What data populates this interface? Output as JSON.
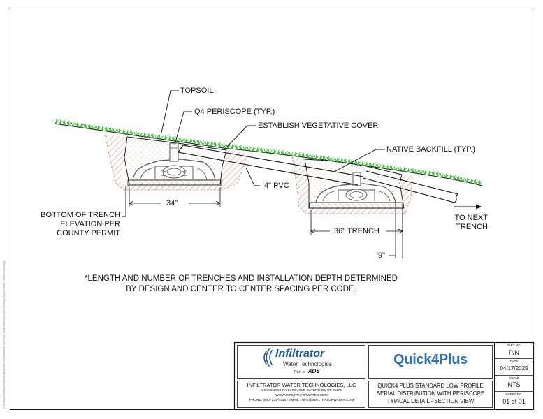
{
  "labels": {
    "topsoil": "TOPSOIL",
    "periscope": "Q4 PERISCOPE (TYP.)",
    "vegetative": "ESTABLISH VEGETATIVE COVER",
    "backfill": "NATIVE BACKFILL (TYP.)",
    "pvc": "4\" PVC",
    "dim_34": "34\"",
    "dim_36": "36\" TRENCH",
    "dim_9": "9\"",
    "bottom_1": "BOTTOM OF TRENCH",
    "bottom_2": "ELEVATION PER",
    "bottom_3": "COUNTY PERMIT",
    "next_1": "TO NEXT",
    "next_2": "TRENCH"
  },
  "note": {
    "line1": "*LENGTH AND NUMBER OF TRENCHES AND INSTALLATION DEPTH  DETERMINED",
    "line2": "BY DESIGN AND CENTER TO CENTER SPACING PER CODE."
  },
  "title_block": {
    "logo_name": "Infiltrator",
    "logo_sub": "Water Technologies",
    "logo_part": "Part of",
    "logo_ads": "ADS",
    "brand": "Quick4Plus",
    "company": "INFILTRATOR WATER TECHNOLOGIES, LLC",
    "address": "4 BUSINESS PARK RD, OLD SAYBROOK, CT 06475",
    "website": "WWW.INFILTRATORWATER.COM",
    "contact": "PHONE: (800) 221-4436 / EMAIL: INFO@INFILTRATORWATER.COM",
    "title_1": "QUICK4 PLUS STANDARD LOW PROFILE",
    "title_2": "SERIAL DISTRIBUTION WITH PERISCOPE",
    "title_3": "TYPICAL DETAIL - SECTION VIEW",
    "part_no_label": "PART NO.",
    "part_no": "P/N",
    "date_label": "DATE",
    "date": "04/17/2025",
    "scale_label": "SCALE",
    "scale": "NTS",
    "sheet_label": "SHEET NO.",
    "sheet": "01 of 01"
  },
  "side_note": "Z:\\Product Development\\Drawings\\Quick4 Plus\\Standard Low Profile Serial Distribution with Periscope Typical Detail - Section View.dwg",
  "colors": {
    "grass": "#3fa83a",
    "soil_hatch": "#c98a78",
    "backfill_dots": "#b9a79a",
    "gravel": "#c8a488",
    "chamber": "#555555",
    "line": "#111111",
    "brand_blue": "#2e73b8",
    "logo_blue": "#1d5c9e"
  }
}
